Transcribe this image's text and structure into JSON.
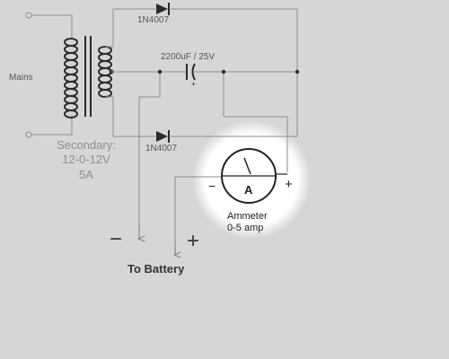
{
  "labels": {
    "mains": "Mains",
    "diode_top": "1N4007",
    "diode_bottom": "1N4007",
    "capacitor": "2200uF / 25V",
    "secondary_line1": "Secondary:",
    "secondary_line2": "12-0-12V",
    "secondary_line3": "5A",
    "ammeter_symbol": "A",
    "ammeter_name": "Ammeter",
    "ammeter_range": "0-5 amp",
    "ammeter_minus": "−",
    "ammeter_plus": "+",
    "battery_minus": "−",
    "battery_plus": "+",
    "to_battery": "To Battery"
  },
  "colors": {
    "background": "#d6d6d6",
    "wire": "#8e8e8e",
    "winding": "#2a2a2a",
    "glow": "#ffffff"
  }
}
